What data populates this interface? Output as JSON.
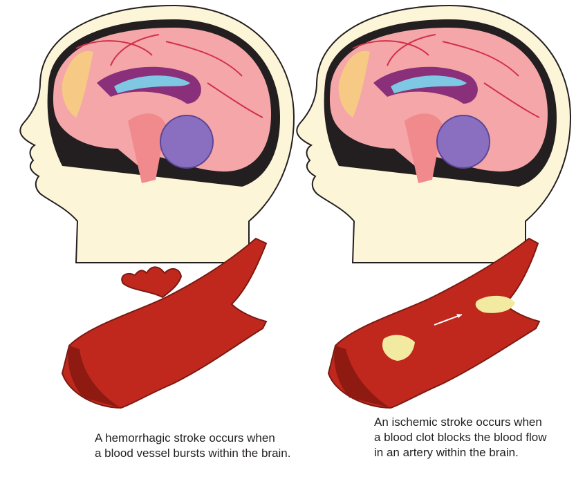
{
  "captions": {
    "hemorrhagic": [
      "A hemorrhagic stroke occurs when",
      "a blood vessel bursts within the brain."
    ],
    "ischemic": [
      "An ischemic stroke occurs when",
      "a blood clot blocks the blood flow",
      "in an artery within the brain."
    ]
  },
  "colors": {
    "skin": "#fdf5d8",
    "brain": "#f4a6a8",
    "vessel": "#c0281d",
    "clot": "#f2eaa0"
  }
}
